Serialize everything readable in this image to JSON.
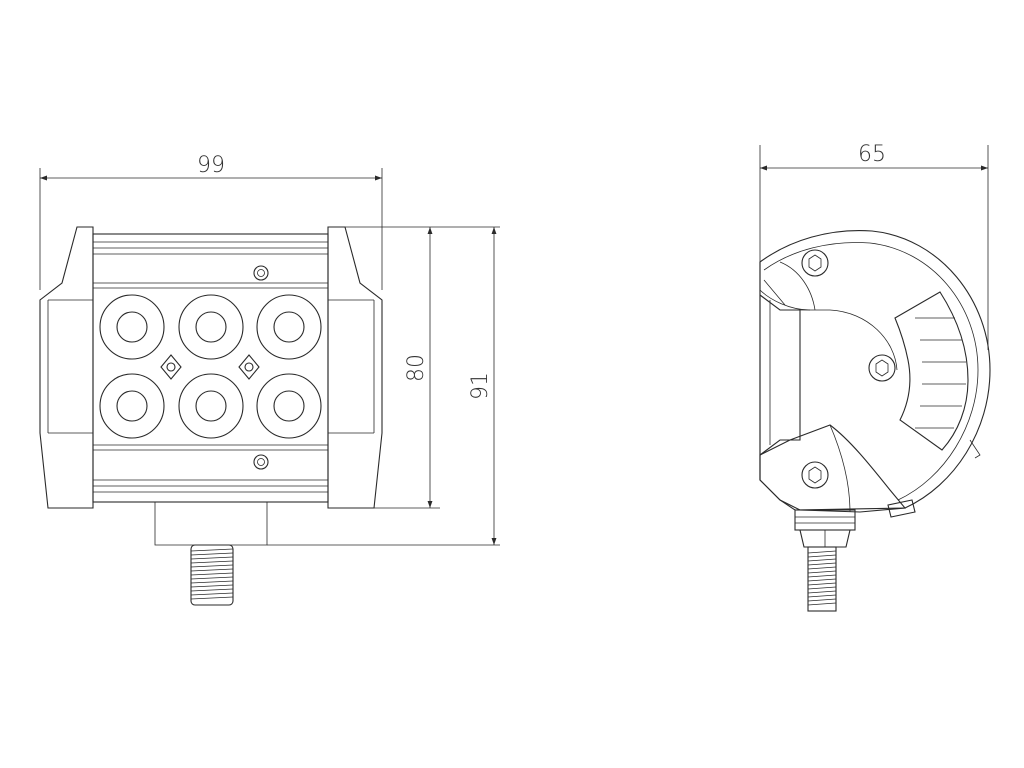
{
  "drawing": {
    "front_view": {
      "width_dim": "99",
      "inner_height_dim": "80",
      "total_height_dim": "91"
    },
    "side_view": {
      "depth_dim": "65"
    }
  }
}
